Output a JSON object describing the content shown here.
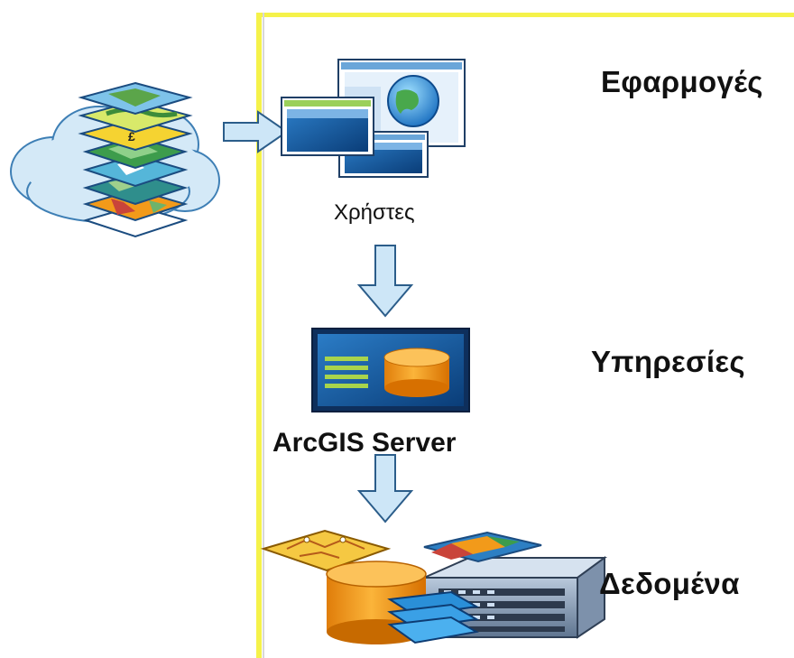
{
  "labels": {
    "applications": "Εφαρμογές",
    "services": "Υπηρεσίες",
    "data": "Δεδομένα",
    "users": "Χρήστες",
    "server": "ArcGIS Server"
  },
  "colors": {
    "frame_yellow": "#f5f24a",
    "arrow_fill": "#cde6f7",
    "arrow_stroke": "#2b5d8a",
    "panel_blue": "#1c5fa6",
    "cylinder_orange": "#f29a1a"
  },
  "icons": [
    "cloud-map-layers-icon",
    "application-windows-icon",
    "arcgis-server-icon",
    "data-stack-icon"
  ]
}
